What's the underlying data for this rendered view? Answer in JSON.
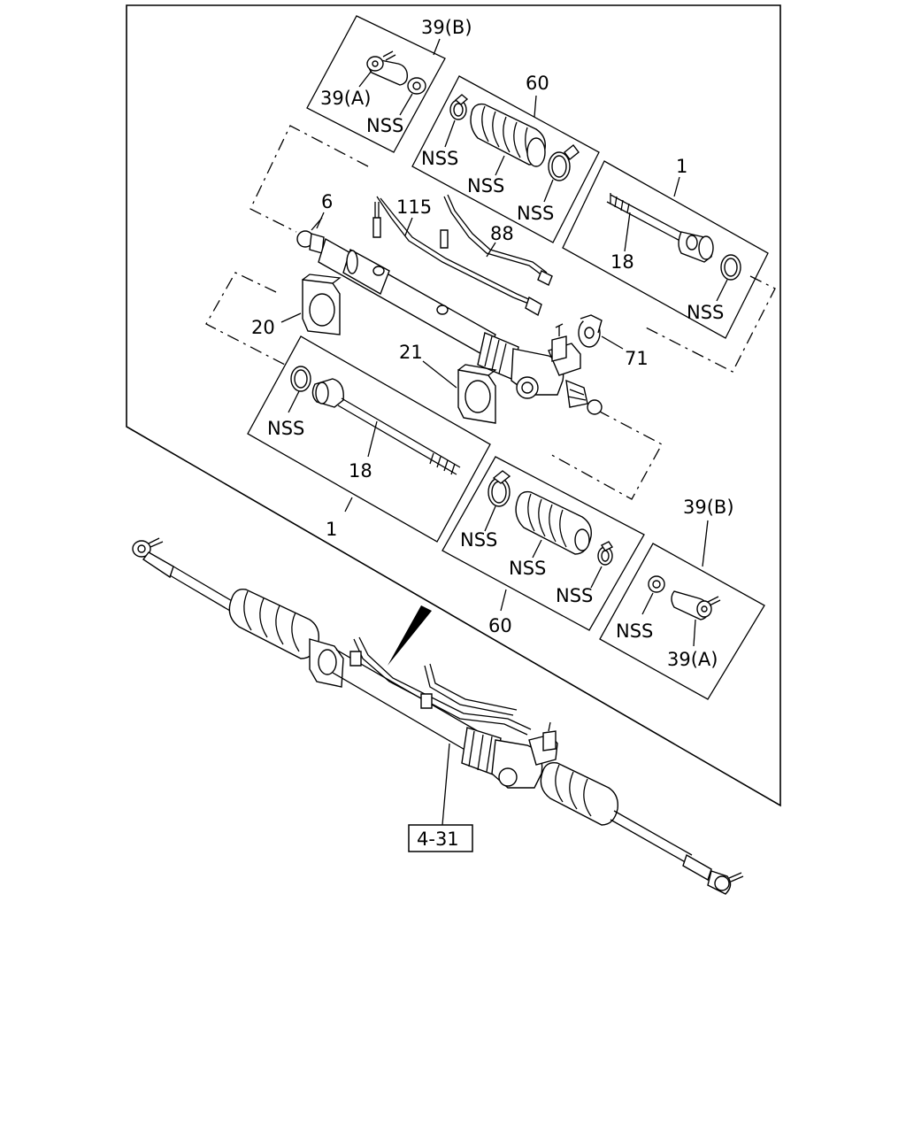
{
  "labels": {
    "l39b_top": "39(B)",
    "l39a_top": "39(A)",
    "nss_nut_top": "NSS",
    "l60_top": "60",
    "nss_clamp_top": "NSS",
    "nss_boot_top": "NSS",
    "nss_ring_top": "NSS",
    "l1_top": "1",
    "l6": "6",
    "l115": "115",
    "l88": "88",
    "l18_top": "18",
    "nss_washer_top": "NSS",
    "l20": "20",
    "l21": "21",
    "l71": "71",
    "nss_washer_bot": "NSS",
    "l18_bot": "18",
    "l1_bot": "1",
    "nss_clamp_bot": "NSS",
    "nss_boot_bot": "NSS",
    "nss_ring_bot": "NSS",
    "l60_bot": "60",
    "l39b_bot": "39(B)",
    "nss_nut_bot": "NSS",
    "l39a_bot": "39(A)",
    "ref": "4-31"
  }
}
